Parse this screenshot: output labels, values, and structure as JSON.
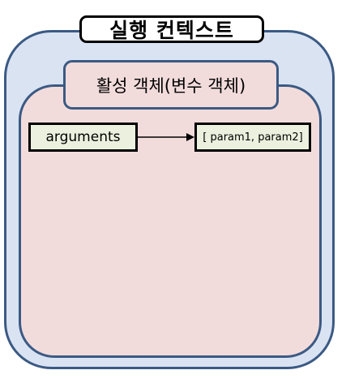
{
  "diagram": {
    "execution_context_label": "실행 컨텍스트",
    "activation_object_label": "활성 객체(변수 객체)",
    "arguments_label": "arguments",
    "params_label": "[ param1, param2]"
  },
  "colors": {
    "outer_fill": "#dae3f2",
    "outer_border": "#3b5a84",
    "inner_fill": "#f2dcdb",
    "node_fill": "#ebf1de",
    "node_border": "#000000"
  }
}
